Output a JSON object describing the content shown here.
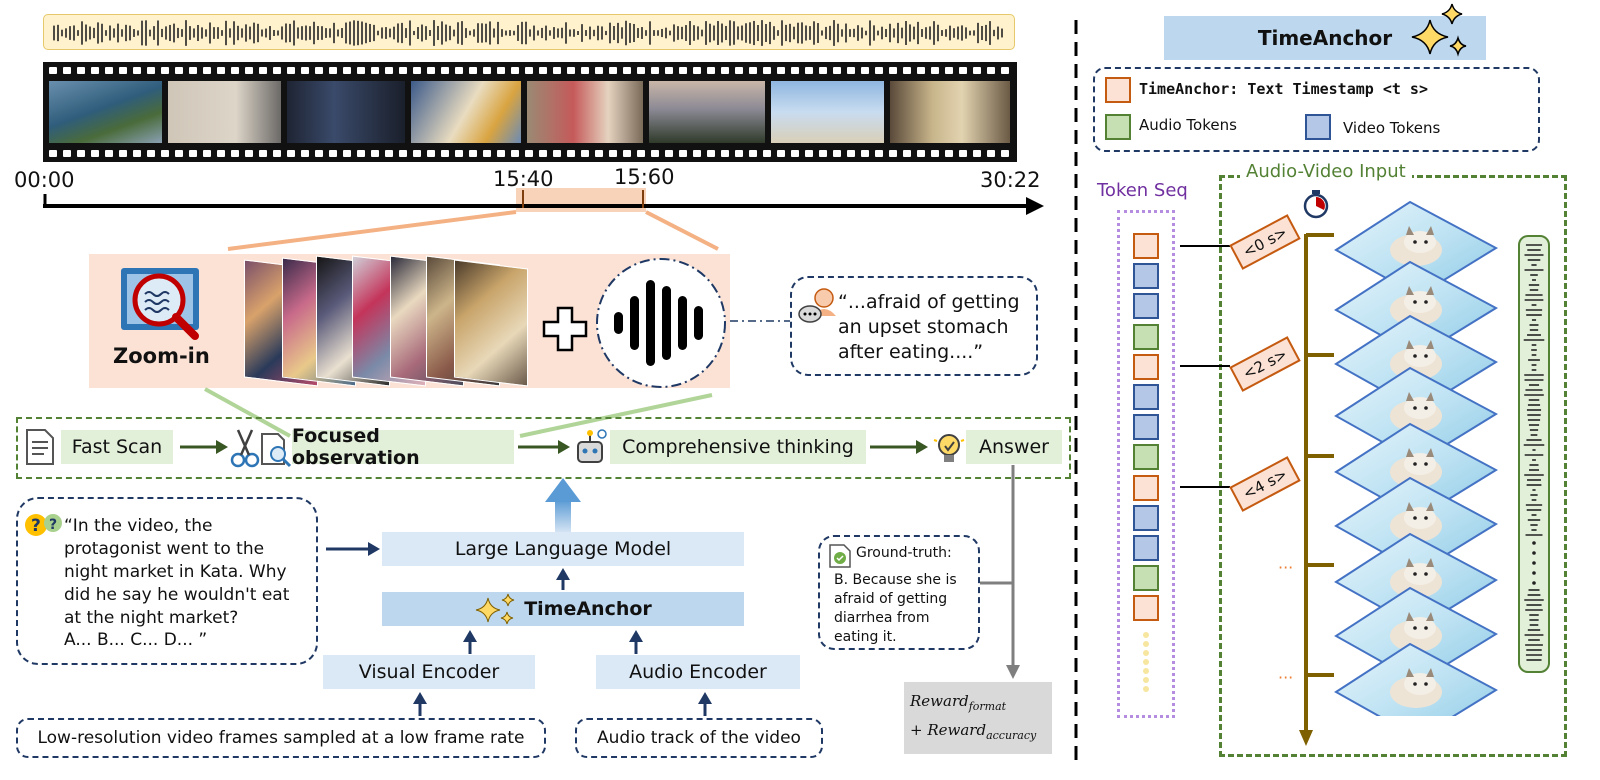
{
  "timeline": {
    "ticks": [
      "00:00",
      "15:40",
      "15:60",
      "30:22"
    ]
  },
  "zoom": {
    "label": "Zoom-in",
    "quote": "“...afraid of getting an upset stomach after eating....”"
  },
  "pipeline": {
    "steps": [
      "Fast Scan",
      "Focused observation",
      "Comprehensive thinking",
      "Answer"
    ]
  },
  "question": {
    "text": "“In the video, the protagonist went to the night market in Kata. Why did he say he wouldn't eat at the night market?",
    "options": "A... B... C... D... ”"
  },
  "model": {
    "llm": "Large Language Model",
    "anchor": "TimeAnchor",
    "visual_encoder": "Visual Encoder",
    "audio_encoder": "Audio Encoder",
    "visual_input": "Low-resolution video frames sampled at a low frame rate",
    "audio_input": "Audio track of the video"
  },
  "ground_truth": {
    "title": "Ground-truth:",
    "text": "B. Because she is afraid of getting diarrhea from eating it."
  },
  "reward": {
    "line1": "Reward",
    "line1_sub": "format",
    "line2": "+ Reward",
    "line2_sub": "accuracy"
  },
  "right_panel": {
    "title": "TimeAnchor",
    "legend_timestamp": "TimeAnchor: Text Timestamp <t s>",
    "legend_audio": "Audio Tokens",
    "legend_video": "Video Tokens",
    "token_seq": "Token Seq",
    "av_input": "Audio-Video Input",
    "timestamps": [
      "<0 s>",
      "<2 s>",
      "<4 s>"
    ]
  },
  "colors": {
    "peach": "#fbe2d5",
    "green_light": "#e2efd9",
    "green_dark": "#548235",
    "blue_light": "#dbe8f5",
    "navy": "#1f3864",
    "orange": "#c55a11",
    "purple": "#9966cc",
    "olive": "#7f6000"
  }
}
